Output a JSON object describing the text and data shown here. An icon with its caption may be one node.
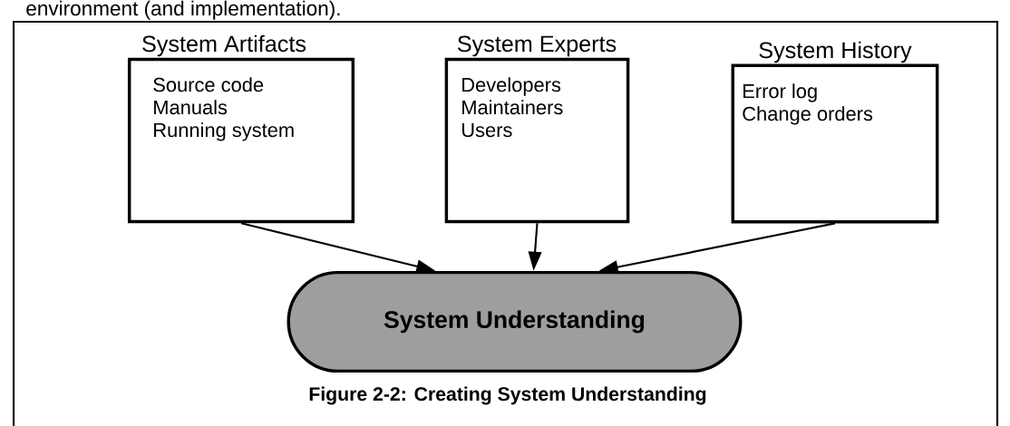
{
  "diagram": {
    "caption": "Figure 2-2:  Creating System Understanding",
    "nodes": [
      {
        "text": [
          "System Artifacts",
          "Source code",
          "Manuals",
          "Running system"
        ]
      },
      {
        "text": [
          "System Experts",
          "Developers",
          "Maintainers",
          "Users"
        ]
      },
      {
        "text": [
          "System History",
          "Error log",
          "Change orders"
        ]
      },
      {
        "text": [
          "System Understanding"
        ]
      }
    ],
    "edges": [
      {
        "from": 0,
        "to": 3,
        "arrow": "to"
      },
      {
        "from": 1,
        "to": 3,
        "arrow": "to"
      },
      {
        "from": 2,
        "to": 3,
        "arrow": "to"
      }
    ],
    "labels": [
      "environment (and implementation)."
    ]
  }
}
